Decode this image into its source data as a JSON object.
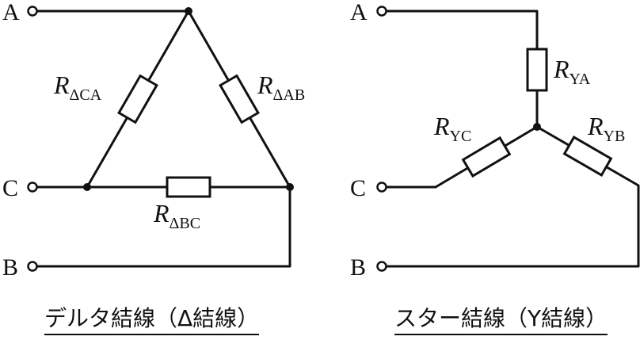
{
  "terminals": {
    "a": "A",
    "b": "B",
    "c": "C"
  },
  "delta": {
    "resistors": {
      "ab": {
        "main": "R",
        "sub": "ΔAB"
      },
      "bc": {
        "main": "R",
        "sub": "ΔBC"
      },
      "ca": {
        "main": "R",
        "sub": "ΔCA"
      }
    },
    "caption": "デルタ結線（Δ結線）"
  },
  "star": {
    "resistors": {
      "ya": {
        "main": "R",
        "sub": "YA"
      },
      "yb": {
        "main": "R",
        "sub": "YB"
      },
      "yc": {
        "main": "R",
        "sub": "YC"
      }
    },
    "caption": "スター結線（Y結線）"
  }
}
